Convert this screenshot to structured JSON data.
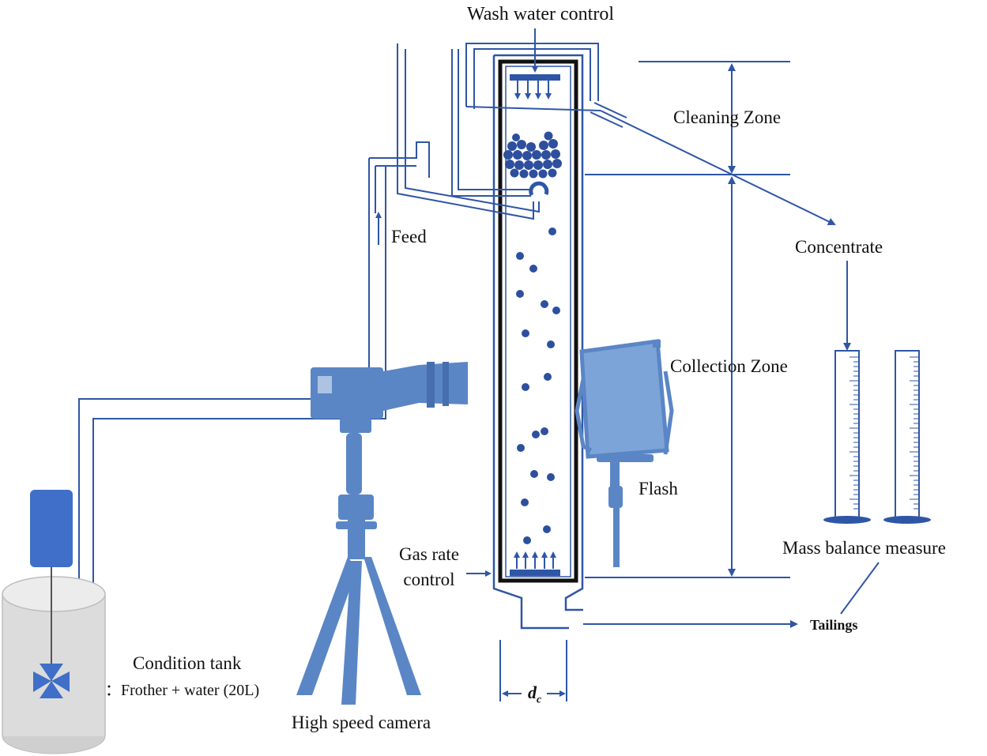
{
  "labels": {
    "wash_water_control": "Wash water control",
    "cleaning_zone": "Cleaning  Zone",
    "concentrate": "Concentrate",
    "feed": "Feed",
    "collection_zone": "Collection Zone",
    "flash": "Flash",
    "mass_balance_measure": "Mass balance measure",
    "gas_rate_line1": "Gas rate",
    "gas_rate_line2": "control",
    "tailings": "Tailings",
    "condition_tank": "Condition tank",
    "condition_tank_detail": "：Frother + water (20L)",
    "high_speed_camera": "High speed camera",
    "dc_main": "d",
    "dc_sub": "c"
  },
  "colors": {
    "line": "#2f56a6",
    "bubble": "#2d4f9e",
    "equipment": "#5a86c6",
    "tank_fill": "#dcdcdc",
    "paddle": "#3f6fc8",
    "text": "#111111"
  }
}
